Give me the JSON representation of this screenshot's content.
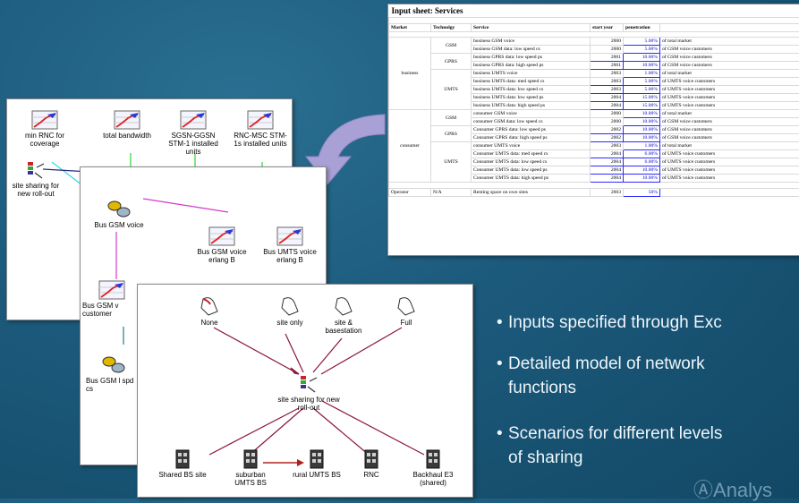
{
  "sheet": {
    "title": "Input sheet: Services",
    "headers": [
      "Market",
      "Technolgy",
      "Service",
      "start year",
      "penetration"
    ],
    "market_business": "business",
    "market_consumer": "consumer",
    "market_operator": "Operator",
    "tech_na": "N/A",
    "rows": [
      {
        "tech": "GSM",
        "service": "business GSM voice",
        "year": "2000",
        "pen": "5.00%",
        "note": "of total market"
      },
      {
        "tech": "",
        "service": "business GSM data: low speed cs",
        "year": "2000",
        "pen": "5.00%",
        "note": "of GSM voice customers"
      },
      {
        "tech": "GPRS",
        "service": "business GPRS data: low speed ps",
        "year": "2001",
        "pen": "10.00%",
        "note": "of GSM voice customers"
      },
      {
        "tech": "",
        "service": "business GPRS data: high speed ps",
        "year": "2001",
        "pen": "10.00%",
        "note": "of GSM voice customers"
      },
      {
        "tech": "UMTS",
        "service": "business UMTS voice",
        "year": "2003",
        "pen": "1.00%",
        "note": "of total market"
      },
      {
        "tech": "",
        "service": "business UMTS data: med speed cs",
        "year": "2003",
        "pen": "5.00%",
        "note": "of UMTS voice customers"
      },
      {
        "tech": "",
        "service": "business UMTS data: low speed cs",
        "year": "2003",
        "pen": "5.00%",
        "note": "of UMTS voice customers"
      },
      {
        "tech": "",
        "service": "business UMTS data: low speed ps",
        "year": "2004",
        "pen": "15.00%",
        "note": "of UMTS voice customers"
      },
      {
        "tech": "",
        "service": "business UMTS data: high speed ps",
        "year": "2004",
        "pen": "15.00%",
        "note": "of UMTS voice customers"
      },
      {
        "tech": "GSM",
        "service": "consumer GSM voice",
        "year": "2000",
        "pen": "10.00%",
        "note": "of total market"
      },
      {
        "tech": "",
        "service": "consumer GSM data: low speed cs",
        "year": "2000",
        "pen": "10.00%",
        "note": "of GSM voice customers"
      },
      {
        "tech": "GPRS",
        "service": "Consumer GPRS data: low speed ps",
        "year": "2002",
        "pen": "10.00%",
        "note": "of GSM voice customers"
      },
      {
        "tech": "",
        "service": "Consumer GPRS data: high speed ps",
        "year": "2002",
        "pen": "10.00%",
        "note": "of GSM voice customers"
      },
      {
        "tech": "UMTS",
        "service": "consumer UMTS voice",
        "year": "2003",
        "pen": "1.00%",
        "note": "of total market"
      },
      {
        "tech": "",
        "service": "Consumer UMTS data: med speed cs",
        "year": "2004",
        "pen": "6.00%",
        "note": "of UMTS voice customers"
      },
      {
        "tech": "",
        "service": "Consumer UMTS data: low speed cs",
        "year": "2004",
        "pen": "6.00%",
        "note": "of UMTS voice customers"
      },
      {
        "tech": "",
        "service": "Consumer UMTS data: low speed ps",
        "year": "2004",
        "pen": "10.00%",
        "note": "of UMTS voice customers"
      },
      {
        "tech": "",
        "service": "Consumer UMTS data: high speed ps",
        "year": "2004",
        "pen": "10.00%",
        "note": "of UMTS voice customers"
      }
    ],
    "operator_row": {
      "service": "Renting space on own sites",
      "year": "2003",
      "pen": "50%"
    }
  },
  "panel1": {
    "nodes": [
      "min RNC for coverage",
      "total bandwidth",
      "SGSN-GGSN STM-1 installed units",
      "RNC-MSC STM-1s installed units",
      "site sharing for new roll-out"
    ]
  },
  "panel2": {
    "nodes": [
      "Bus GSM voice",
      "Bus GSM voice erlang B",
      "Bus UMTS voice erlang B",
      "Bus GSM v customer",
      "Bus GSM l spd cs"
    ]
  },
  "panel3": {
    "nodes": [
      "None",
      "site only",
      "site & basestation",
      "Full",
      "site sharing for new roll-out",
      "Shared BS site",
      "suburban UMTS BS",
      "rural UMTS BS",
      "RNC",
      "Backhaul E3 (shared)"
    ]
  },
  "bullets": [
    "Inputs specified through Exc",
    "Detailed model of network",
    "functions",
    "Scenarios for different levels",
    "of sharing"
  ],
  "watermark": "Analys",
  "colors": {
    "background": "#1c5a7c",
    "arrow": "#a9a0d6",
    "link_magenta": "#d23cc8",
    "link_cyan": "#36d8e0",
    "link_green": "#2bd62b",
    "link_maroon": "#8a1538",
    "link_red": "#b0201c"
  }
}
